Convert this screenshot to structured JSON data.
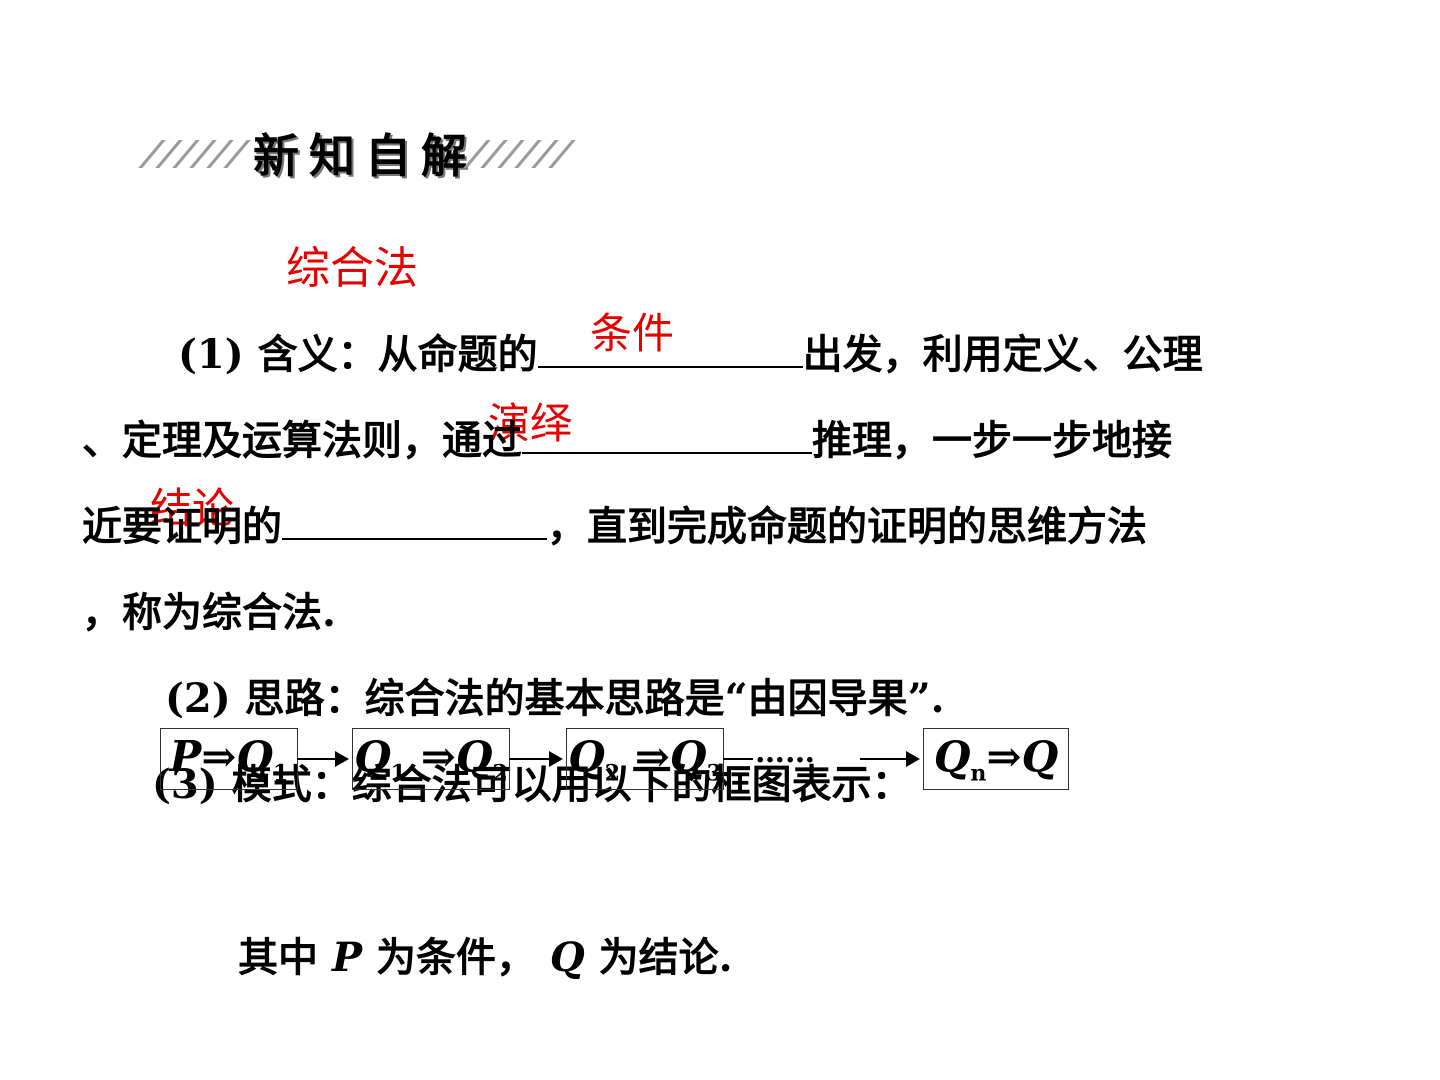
{
  "header": {
    "title": "新知自解"
  },
  "section": {
    "heading": "综合法"
  },
  "item1": {
    "prefix": "(1) 含义：从命题的",
    "answer1": "条件",
    "mid1": "出发，利用定义、公理",
    "line2_start": "、定理及运算法则，通过",
    "answer2": "演绎",
    "mid2": "推理，一步一步地接",
    "line3_start": "近要证明的",
    "answer3": "结论",
    "mid3": "，直到完成命题的证明的思维方法",
    "line4": "，称为综合法."
  },
  "item2": {
    "text": "(2) 思路：综合法的基本思路是“由因导果”."
  },
  "item3": {
    "text": "(3) 模式：综合法可以用以下的框图表示："
  },
  "flow": {
    "box1": "P⇒Q",
    "box1_sub": "1",
    "box2": "Q ⇒Q",
    "box2_sub_a": "1",
    "box2_sub_b": "2",
    "box3": "Q ⇒Q",
    "box3_sub_a": "2",
    "box3_sub_b": "3",
    "dots": "……",
    "box4": "Q ⇒Q",
    "box4_sub": "n"
  },
  "note": {
    "part1": "其中",
    "var_p": "P",
    "part2": "为条件，",
    "var_q": "Q",
    "part3": "为结论."
  }
}
